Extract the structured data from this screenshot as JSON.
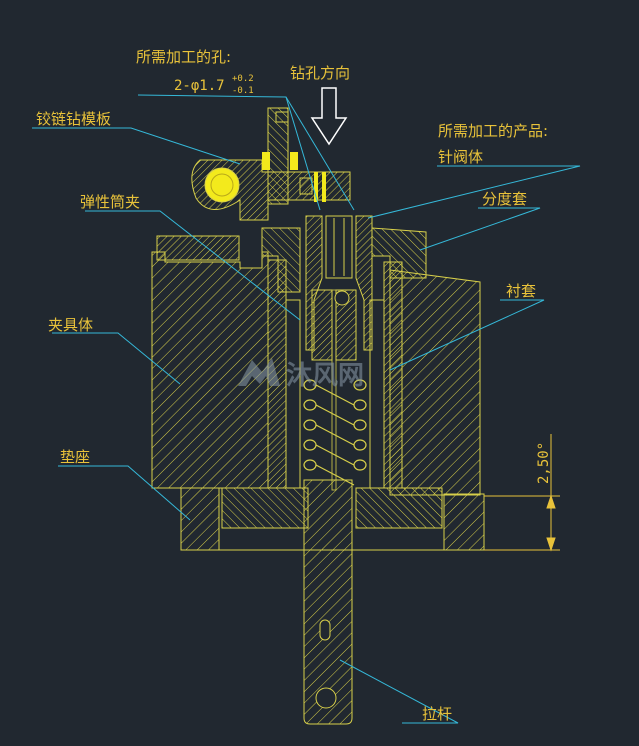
{
  "colors": {
    "background": "#212830",
    "hatch": "#d8d04a",
    "label_text": "#e8c23a",
    "leader_line": "#35b8d8",
    "dimension": "#e8c23a",
    "arrow_outline": "#ffffff",
    "highlight": "#f3ea1c",
    "watermark": "#8a9aa8"
  },
  "labels": {
    "hole_title": "所需加工的孔:",
    "hole_spec_main": "2-φ1.7",
    "hole_tol_upper": "+0.2",
    "hole_tol_lower": "-0.1",
    "drill_direction": "钻孔方向",
    "hinged_plate": "铰链钻模板",
    "product_line1": "所需加工的产品:",
    "product_line2": "针阀体",
    "collet": "弹性筒夹",
    "index_sleeve": "分度套",
    "fixture_body": "夹具体",
    "bushing": "衬套",
    "pad_seat": "垫座",
    "pull_rod": "拉杆",
    "dimension": "2,50°"
  },
  "watermark": {
    "text": "沐风网"
  },
  "icons": {
    "drill_arrow": "down-arrow-icon",
    "watermark_logo": "mf-logo-icon"
  }
}
